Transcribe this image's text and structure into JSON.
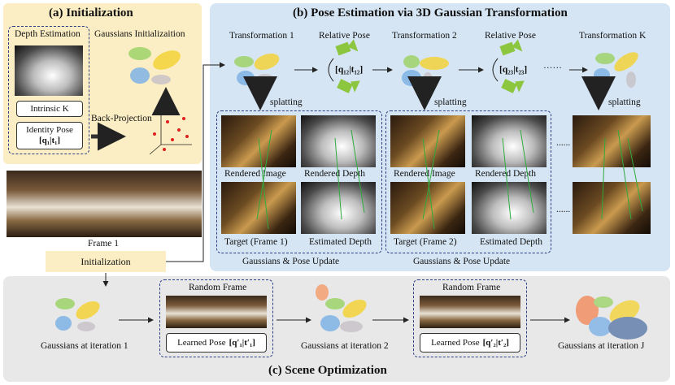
{
  "panel_a": {
    "title": "(a)  Initialization",
    "depth_estimation": "Depth Estimation",
    "gaussians_initialization": "Gaussians Initializaition",
    "intrinsic": "Intrinsic K",
    "identity_pose": "Identity Pose",
    "identity_pose_formula": "[q₁|t₁]",
    "back_projection": "Back-Projection",
    "frame_label": "Frame 1"
  },
  "panel_b": {
    "title": "(b)  Pose Estimation via 3D Gaussian Transformation",
    "transformation_1": "Transformation 1",
    "transformation_2": "Transformation 2",
    "transformation_k": "Transformation K",
    "relative_pose_1": "Relative Pose",
    "relative_pose_2": "Relative Pose",
    "relative_pose_1_formula": "[q₁₂|t₁₂]",
    "relative_pose_2_formula": "[q₂₃|t₂₃]",
    "ellipsis": "······",
    "splatting": "splatting",
    "rendered_image": "Rendered Image",
    "rendered_depth": "Rendered Depth",
    "target_frame_1": "Target (Frame 1)",
    "target_frame_2": "Target (Frame 2)",
    "estimated_depth": "Estimated Depth",
    "update": "Gaussians & Pose Update",
    "dots": "......"
  },
  "init_bar": "Initialization",
  "panel_c": {
    "title": "(c)  Scene Optimization",
    "random_frame": "Random Frame",
    "learned_pose": "Learned Pose",
    "learned_pose_1_formula": "[q′₁|t′₁]",
    "learned_pose_2_formula": "[q′₂|t′₂]",
    "gaussians_iter_1": "Gaussians at iteration 1",
    "gaussians_iter_2": "Gaussians at iteration 2",
    "gaussians_iter_j": "Gaussians at iteration J"
  },
  "colors": {
    "panel_a_bg": "#fbeec4",
    "panel_b_bg": "#d6e5f3",
    "panel_c_bg": "#e8e8e8",
    "match_lines": "#2eaa3c",
    "camera": "#8cc63f",
    "dashed_border": "#2c3e86"
  }
}
